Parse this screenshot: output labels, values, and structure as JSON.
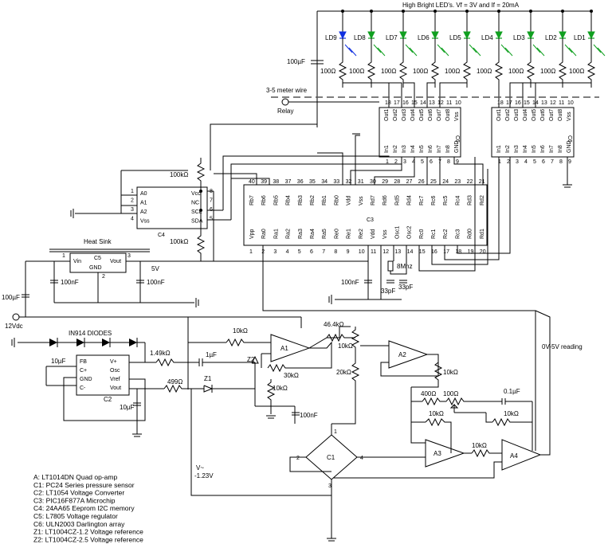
{
  "header": {
    "title": "High Bright LED's.  Vf = 3V and If = 20mA"
  },
  "colors": {
    "blue_led": "#1030e0",
    "green_led": "#10a020",
    "wire": "#000000"
  },
  "leds": [
    {
      "label": "LD9",
      "color": "blue"
    },
    {
      "label": "LD8",
      "color": "green"
    },
    {
      "label": "LD7",
      "color": "green"
    },
    {
      "label": "LD6",
      "color": "green"
    },
    {
      "label": "LD5",
      "color": "green"
    },
    {
      "label": "LD4",
      "color": "green"
    },
    {
      "label": "LD3",
      "color": "green"
    },
    {
      "label": "LD2",
      "color": "green"
    },
    {
      "label": "LD1",
      "color": "green"
    }
  ],
  "led_resistor": "100Ω",
  "labels": {
    "cap_100uf_top": "100µF",
    "wire_note": "3-5 meter wire",
    "relay": "Relay",
    "heat_sink": "Heat Sink",
    "v5": "5V",
    "v12": "12Vdc",
    "cap_100nf": "100nF",
    "cap_100uf": "100µF",
    "diodes": "IN914 DIODES",
    "r_100k": "100kΩ",
    "xtal": "8Mhz",
    "c33pf": "33pF",
    "reading": "0V-5V reading",
    "vminus": "V~",
    "vminus_val": "-1.23V"
  },
  "chips": {
    "c4": {
      "name": "C4",
      "pins_left": [
        "A0",
        "A1",
        "A2",
        "Vss"
      ],
      "pins_right": [
        "Vcc",
        "NC",
        "SCL",
        "SDA"
      ],
      "left_nums": [
        "1",
        "2",
        "3",
        "4"
      ],
      "right_nums": [
        "8",
        "7",
        "6",
        "5"
      ]
    },
    "c5": {
      "name": "C5",
      "vin": "Vin",
      "gnd": "GND",
      "vout": "Vout",
      "n1": "1",
      "n2": "2",
      "n3": "3"
    },
    "c3": {
      "name": "C3",
      "top": [
        "Rb7",
        "Rb6",
        "Rb5",
        "Rb4",
        "Rb3",
        "Rb2",
        "Rb1",
        "Rb0",
        "Vdd",
        "Vss",
        "Rd7",
        "Rd6",
        "Rd5",
        "Rd4",
        "Rc7",
        "Rc6",
        "Rc5",
        "Rc4",
        "Rd3",
        "Rd2"
      ],
      "top_nums": [
        "40",
        "39",
        "38",
        "37",
        "36",
        "35",
        "34",
        "33",
        "32",
        "31",
        "30",
        "29",
        "28",
        "27",
        "26",
        "25",
        "24",
        "23",
        "22",
        "21"
      ],
      "bot": [
        "Vpp",
        "Ra0",
        "Ra1",
        "Ra2",
        "Ra3",
        "Ra4",
        "Ra5",
        "Re0",
        "Re1",
        "Re2",
        "Vdd",
        "Vss",
        "Osc1",
        "Osc2",
        "Rc0",
        "Rc1",
        "Rc2",
        "Rc3",
        "Rd0",
        "Rd1"
      ],
      "bot_nums": [
        "1",
        "2",
        "3",
        "4",
        "5",
        "6",
        "7",
        "8",
        "9",
        "10",
        "11",
        "12",
        "13",
        "14",
        "15",
        "16",
        "17",
        "18",
        "19",
        "20"
      ]
    },
    "c6": {
      "name": "C6",
      "outs": [
        "Out1",
        "Out2",
        "Out3",
        "Out4",
        "Out5",
        "Out6",
        "Out7",
        "Out8",
        "Vss"
      ],
      "ins": [
        "In1",
        "In2",
        "In3",
        "In4",
        "In5",
        "In6",
        "In7",
        "In8",
        "GND"
      ],
      "top_nums": [
        "18",
        "17",
        "16",
        "15",
        "14",
        "13",
        "12",
        "11",
        "10"
      ],
      "bot_nums": [
        "1",
        "2",
        "3",
        "4",
        "5",
        "6",
        "7",
        "8",
        "9"
      ]
    },
    "c2": {
      "name": "C2",
      "left": [
        "FB",
        "C+",
        "GND",
        "C-"
      ],
      "right": [
        "V+",
        "Osc",
        "Vref",
        "Vout"
      ]
    },
    "c1": {
      "name": "C1",
      "n1": "1",
      "n2": "2",
      "n3": "3",
      "n4": "4"
    }
  },
  "analog": {
    "r10k": "10kΩ",
    "r46k": "46.4kΩ",
    "r20k": "20kΩ",
    "r30k": "30kΩ",
    "r1k49": "1.49kΩ",
    "c1uf": "1µF",
    "r499": "499Ω",
    "c10uf": "10µF",
    "c100nf": "100nF",
    "r400": "400Ω",
    "r100": "100Ω",
    "c01uf": "0.1µF",
    "z1": "Z1",
    "z2": "Z2",
    "a1": "A1",
    "a2": "A2",
    "a3": "A3",
    "a4": "A4",
    "c2label": "C2"
  },
  "legend": [
    "A: LT1014DN Quad op-amp",
    "C1: PC24 Series pressure sensor",
    "C2: LT1054 Voltage Converter",
    "C3: PIC16F877A Microchip",
    "C4: 24AA65 Eeprom I2C memory",
    "C5: L7805 Voltage regulator",
    "C6: ULN2003 Darlington array",
    "Z1: LT1004CZ-1.2 Voltage reference",
    "Z2: LT1004CZ-2.5 Voltage reference"
  ]
}
